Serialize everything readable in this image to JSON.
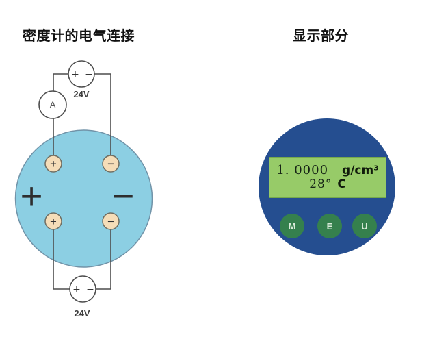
{
  "left_panel": {
    "title": "密度计的电气连接",
    "top_power_source": {
      "plus_symbol": "+",
      "minus_symbol": "−",
      "label": "24V"
    },
    "ammeter": {
      "label": "A"
    },
    "sensor_body": {
      "plus_polarity": "+",
      "minus_polarity": "−",
      "terminals": [
        {
          "symbol": "+"
        },
        {
          "symbol": "−"
        },
        {
          "symbol": "+"
        },
        {
          "symbol": "−"
        }
      ]
    },
    "bottom_power_source": {
      "plus_symbol": "+",
      "minus_symbol": "−",
      "label": "24V"
    }
  },
  "right_panel": {
    "title": "显示部分",
    "lcd": {
      "density_value": "1. 0000",
      "density_unit": "g/cm³",
      "temperature_value": "28°",
      "temperature_unit": "C"
    },
    "buttons": [
      {
        "label": "M"
      },
      {
        "label": "E"
      },
      {
        "label": "U"
      }
    ]
  },
  "colors": {
    "sensor_fill": "#8ccfe3",
    "display_fill": "#254e90",
    "lcd_fill": "#97cb68",
    "button_fill": "#35804d",
    "terminal_fill": "#f5ddb8"
  }
}
